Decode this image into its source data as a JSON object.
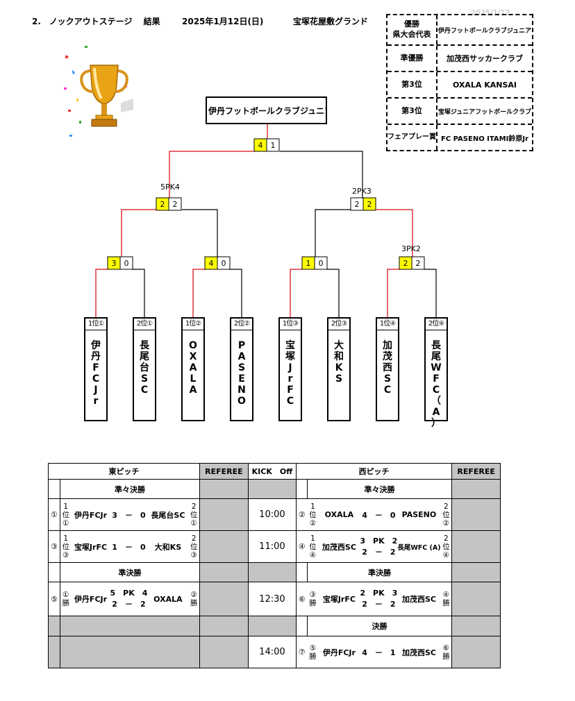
{
  "header": {
    "title": "2.　ノックアウトステージ　 結果",
    "date": "2025年1月12日(日)",
    "venue": "宝塚花屋敷グランド",
    "watermark": "2025/1/12"
  },
  "awards": [
    {
      "label1": "優勝",
      "label2": "県大会代表",
      "value": "伊丹フットボールクラブジュニア"
    },
    {
      "label1": "準優勝",
      "label2": "",
      "value": "加茂西サッカークラブ"
    },
    {
      "label1": "第3位",
      "label2": "",
      "value": "OXALA KANSAI"
    },
    {
      "label1": "第3位",
      "label2": "",
      "value": "宝塚ジュニアフットボールクラブ"
    },
    {
      "label1": "フェアプレー賞",
      "label2": "",
      "value": "FC PASENO ITAMI鈴原Jr"
    }
  ],
  "champion": "伊丹フットボールクラブジュニア",
  "bracket": {
    "teams": [
      {
        "seed": "1位①",
        "name": [
          "伊",
          "丹",
          "F",
          "C",
          "J",
          "r"
        ]
      },
      {
        "seed": "2位①",
        "name": [
          "長",
          "尾",
          "台",
          "S",
          "C"
        ]
      },
      {
        "seed": "1位②",
        "name": [
          "O",
          "X",
          "A",
          "L",
          "A"
        ]
      },
      {
        "seed": "2位②",
        "name": [
          "P",
          "A",
          "S",
          "E",
          "N",
          "O"
        ]
      },
      {
        "seed": "1位③",
        "name": [
          "宝",
          "塚",
          "J",
          "r",
          "F",
          "C"
        ]
      },
      {
        "seed": "2位③",
        "name": [
          "大",
          "和",
          "K",
          "S"
        ]
      },
      {
        "seed": "1位④",
        "name": [
          "加",
          "茂",
          "西",
          "S",
          "C"
        ]
      },
      {
        "seed": "2位④",
        "name": [
          "長",
          "尾",
          "W",
          "F",
          "C",
          "（",
          "A",
          "）"
        ]
      }
    ],
    "qf": [
      {
        "s1": "3",
        "s2": "0",
        "win": 1
      },
      {
        "s1": "4",
        "s2": "0",
        "win": 1
      },
      {
        "s1": "1",
        "s2": "0",
        "win": 1
      },
      {
        "s1": "2",
        "s2": "2",
        "win": 1,
        "pk": "3PK2"
      }
    ],
    "sf": [
      {
        "s1": "2",
        "s2": "2",
        "win": 1,
        "pk": "5PK4"
      },
      {
        "s1": "2",
        "s2": "2",
        "win": 2,
        "pk": "2PK3"
      }
    ],
    "final": {
      "s1": "4",
      "s2": "1",
      "win": 1
    }
  },
  "schedule": {
    "headers": {
      "east": "東ピッチ",
      "referee": "REFEREE",
      "kickoff": "KICK　Off",
      "west": "西ピッチ"
    },
    "rounds": {
      "qf": "準々決勝",
      "sf": "準決勝",
      "final": "決勝"
    },
    "rows": [
      {
        "time": "10:00",
        "east": {
          "no": "①",
          "seed1": [
            "1",
            "位",
            "①"
          ],
          "team1": "伊丹FCJr",
          "score": "3　－　0",
          "team2": "長尾台SC",
          "seed2": [
            "2",
            "位",
            "①"
          ]
        },
        "west": {
          "no": "②",
          "seed1": [
            "1",
            "位",
            "②"
          ],
          "team1": "OXALA",
          "score": "4　－　0",
          "team2": "PASENO",
          "seed2": [
            "2",
            "位",
            "②"
          ]
        }
      },
      {
        "time": "11:00",
        "east": {
          "no": "③",
          "seed1": [
            "1",
            "位",
            "③"
          ],
          "team1": "宝塚JrFC",
          "score": "1　－　0",
          "team2": "大和KS",
          "seed2": [
            "2",
            "位",
            "③"
          ]
        },
        "west": {
          "no": "④",
          "seed1": [
            "1",
            "位",
            "④"
          ],
          "team1": "加茂西SC",
          "pk": "3　PK　2",
          "score": "2　－　2",
          "team2": "長尾WFC (A)",
          "seed2": [
            "2",
            "位",
            "④"
          ]
        }
      },
      {
        "time": "12:30",
        "east": {
          "no": "⑤",
          "seed1": [
            "①",
            "勝"
          ],
          "team1": "伊丹FCJr",
          "pk": "5　PK　4",
          "score": "2　－　2",
          "team2": "OXALA",
          "seed2": [
            "②",
            "勝"
          ]
        },
        "west": {
          "no": "⑥",
          "seed1": [
            "③",
            "勝"
          ],
          "team1": "宝塚JrFC",
          "pk": "2　PK　3",
          "score": "2　－　2",
          "team2": "加茂西SC",
          "seed2": [
            "④",
            "勝"
          ]
        }
      },
      {
        "time": "14:00",
        "west": {
          "no": "⑦",
          "seed1": [
            "⑤",
            "勝"
          ],
          "team1": "伊丹FCJr",
          "score": "4　－　1",
          "team2": "加茂西SC",
          "seed2": [
            "⑥",
            "勝"
          ]
        }
      }
    ]
  },
  "colors": {
    "winner_line": "#e0353b",
    "score_highlight": "#ffff00",
    "referee_fill": "#c4c4c4"
  }
}
